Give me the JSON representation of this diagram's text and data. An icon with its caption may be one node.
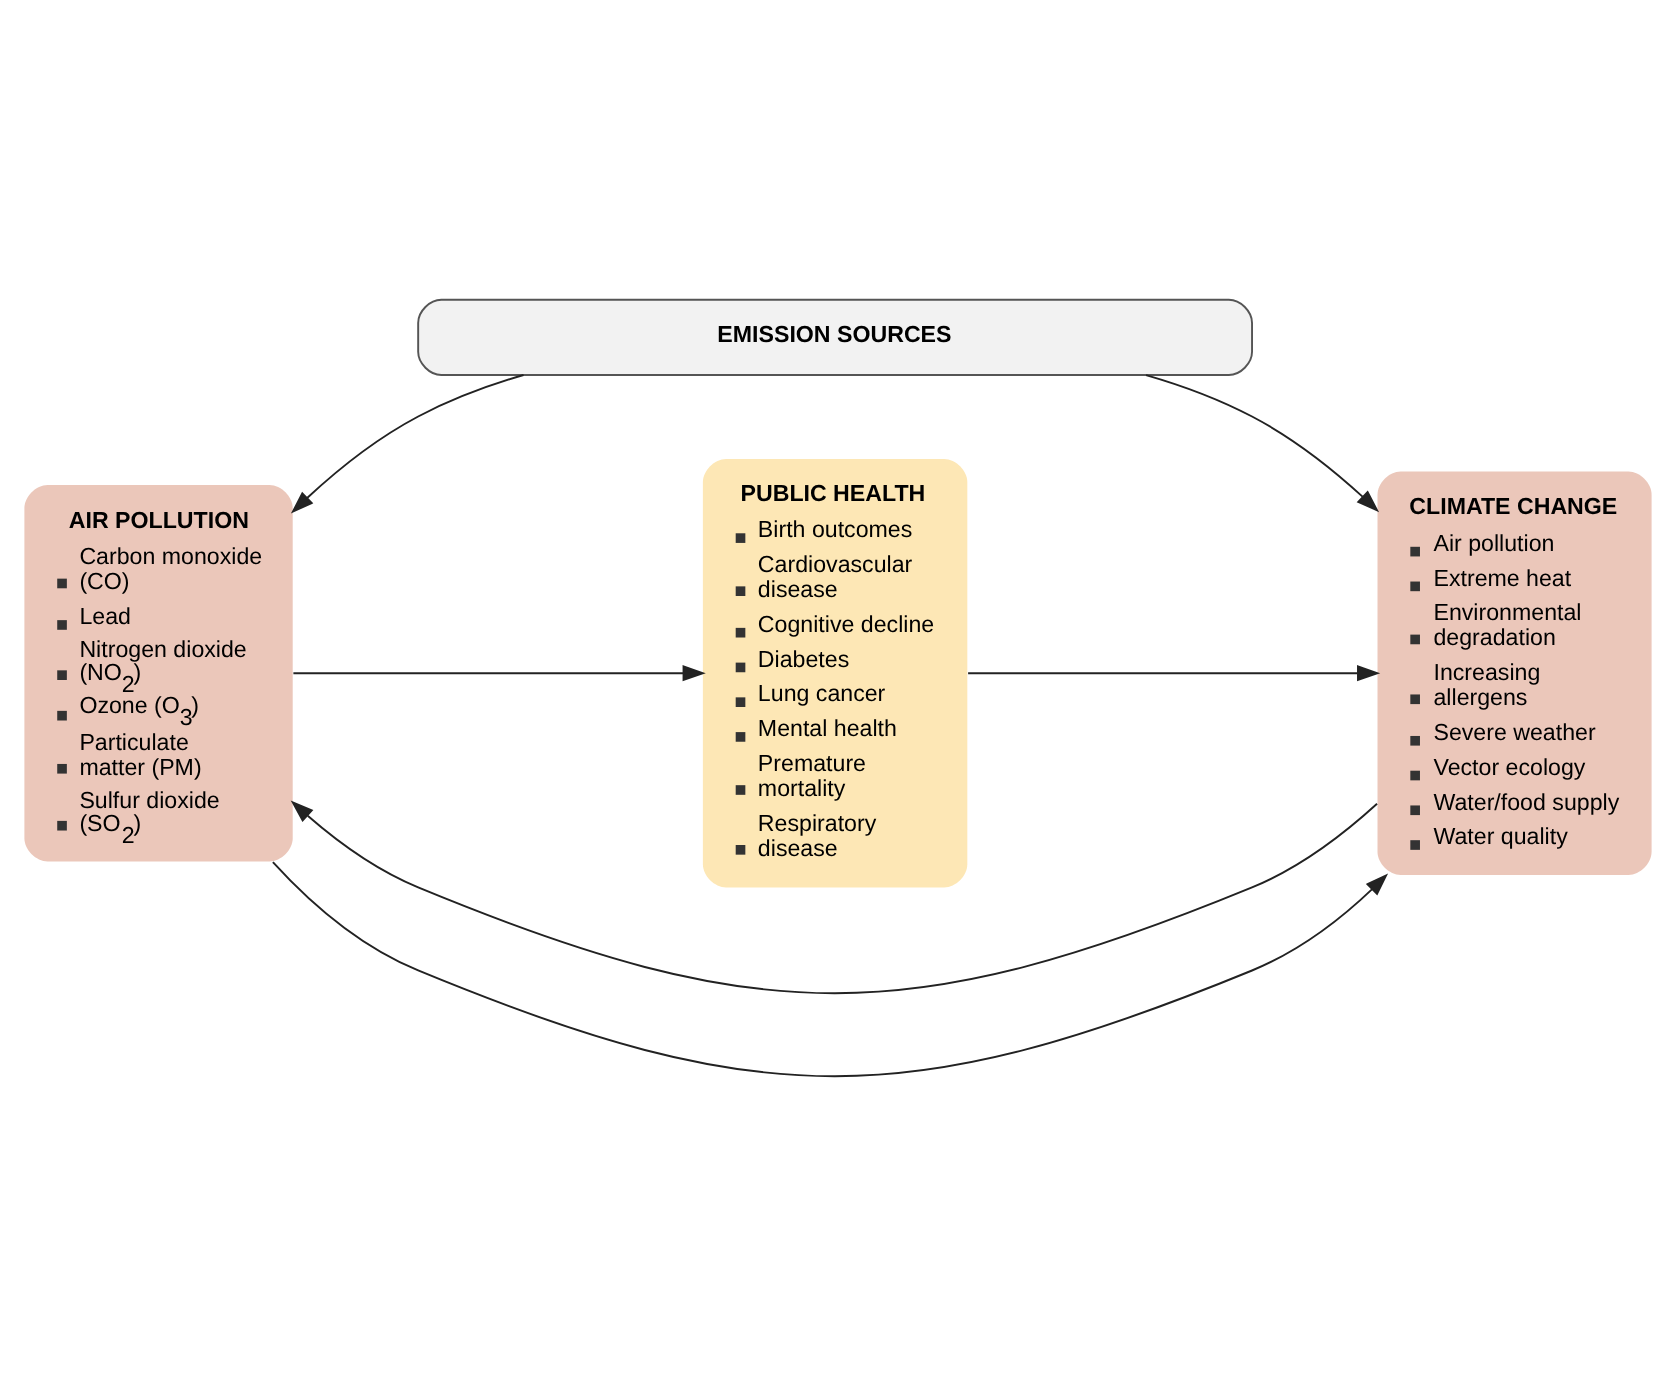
{
  "diagram": {
    "nodes": [
      {
        "text": [
          "EMISSION SOURCES"
        ]
      },
      {
        "text": [
          "AIR POLLUTION",
          "Carbon monoxide (CO)",
          "Lead",
          "Nitrogen dioxide (NO$_{2}$)",
          "Ozone (O$_{3}$)",
          "Particulate matter (PM)",
          "Sulfur dioxide (SO$_{2}$)"
        ]
      },
      {
        "text": [
          "PUBLIC HEALTH",
          "Birth outcomes",
          "Cardiovascular disease",
          "Cognitive decline",
          "Diabetes",
          "Lung cancer",
          "Mental health",
          "Premature mortality",
          "Respiratory disease"
        ]
      },
      {
        "text": [
          "CLIMATE CHANGE",
          "Air pollution",
          "Extreme heat",
          "Environmental degradation",
          "Increasing allergens",
          "Severe weather",
          "Vector ecology",
          "Water/food supply",
          "Water quality"
        ]
      }
    ],
    "edges": [
      {
        "from": 0,
        "to": 1,
        "arrow": "to"
      },
      {
        "from": 0,
        "to": 3,
        "arrow": "to"
      },
      {
        "from": 1,
        "to": 2,
        "arrow": "to"
      },
      {
        "from": 2,
        "to": 3,
        "arrow": "to"
      },
      {
        "from": 1,
        "to": 3,
        "arrow": "to"
      },
      {
        "from": 3,
        "to": 1,
        "arrow": "to"
      }
    ]
  }
}
